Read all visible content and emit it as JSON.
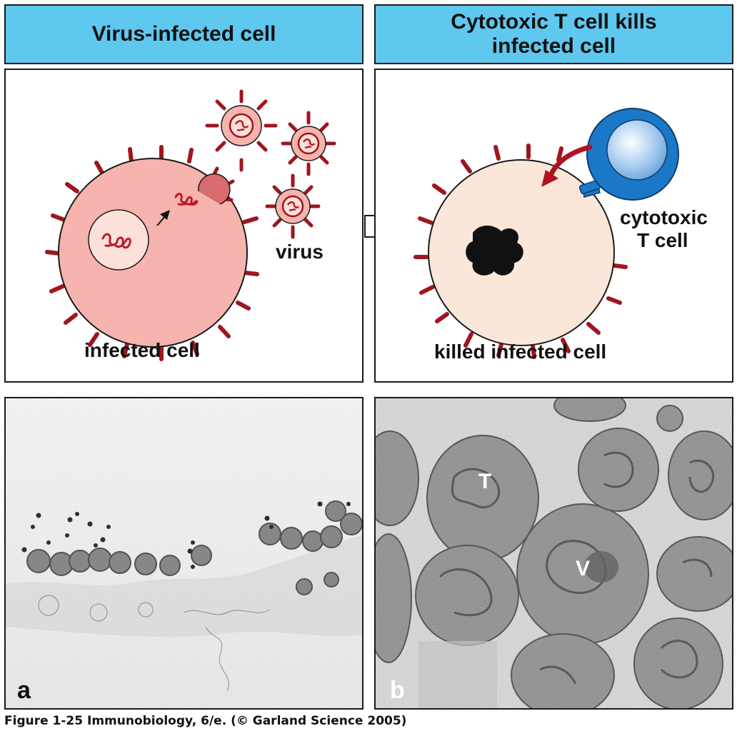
{
  "panels": {
    "left": {
      "title": "Virus-infected cell",
      "cell_label": "infected cell",
      "virus_label": "virus"
    },
    "right": {
      "title_line1": "Cytotoxic T cell kills",
      "title_line2": "infected cell",
      "cell_label": "killed infected cell",
      "tcell_label_line1": "cytotoxic",
      "tcell_label_line2": "T cell"
    }
  },
  "micrographs": {
    "a": {
      "letter": "a"
    },
    "b": {
      "letter": "b",
      "label_T": "T",
      "label_V": "V"
    }
  },
  "caption": "Figure 1-25  Immunobiology, 6/e. (© Garland Science 2005)",
  "colors": {
    "header_bg": "#5ec8ef",
    "infected_cell": "#f7b3ad",
    "killed_cell": "#fbe7da",
    "spike": "#9e1620",
    "tcell": "#1b78c8"
  }
}
